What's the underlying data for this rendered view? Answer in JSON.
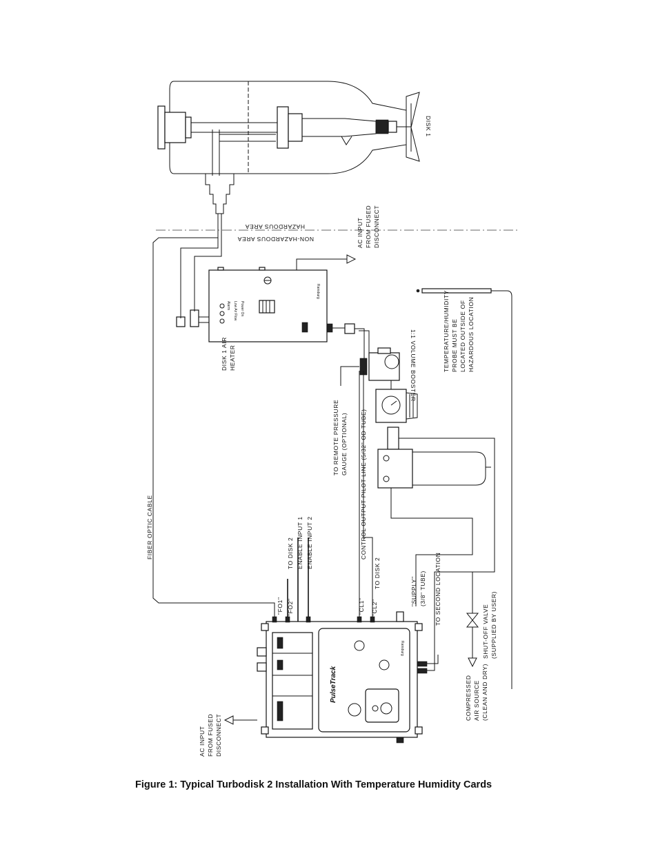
{
  "caption": "Figure 1:  Typical Turbodisk 2 Installation With Temperature Humidity Cards",
  "labels": {
    "disk1": "DISK 1",
    "hazardous": "HAZARDOUS AREA",
    "non_hazardous": "NON-HAZARDOUS AREA",
    "ac_input_top_1": "AC INPUT",
    "ac_input_top_2": "FROM FUSED",
    "ac_input_top_3": "DISCONNECT",
    "air_heater_1": "DISK 1 AIR",
    "air_heater_2": "HEATER",
    "volume_booster": "1:1 VOLUME BOOSTER",
    "probe_1": "TEMPERATURE/HUMIDITY",
    "probe_2": "PROBE MUST BE",
    "probe_3": "LOCATED OUTSIDE OF",
    "probe_4": "HAZARDOUS LOCATION",
    "remote_gauge_1": "TO REMOTE PRESSURE",
    "remote_gauge_2": "GAUGE (OPTIONAL)",
    "pilot_line": "CONTROL OUTPUT PILOT LINE (5/32\" OD TUBE)",
    "to_disk2_a": "TO DISK 2",
    "fiber_optic": "FIBER OPTIC CABLE",
    "to_disk2_b": "TO DISK 2",
    "enable_1": "ENABLE INPUT 1",
    "enable_2": "ENABLE INPUT 2",
    "fo1": "\"FO1\"",
    "fo2": "\"FO2\"",
    "cl1": "\"CL1\"",
    "cl2": "\"CL2\"",
    "supply_1": "\"SUPPLY\"",
    "supply_2": "(3/8\" TUBE)",
    "second_location": "TO SECOND LOCATION",
    "shutoff_1": "SHUT-OFF VALVE",
    "shutoff_2": "(SUPPLIED BY USER)",
    "compressed_1": "COMPRESSED",
    "compressed_2": "AIR SOURCE",
    "compressed_3": "(CLEAN AND DRY)",
    "ac_input_bot_1": "AC INPUT",
    "ac_input_bot_2": "FROM FUSED",
    "ac_input_bot_3": "DISCONNECT"
  },
  "heater_panel": {
    "alarm": "Alarm",
    "low_air_flow": "Low Air Flow",
    "power_on": "Power On",
    "brand": "Ransburg"
  },
  "controller": {
    "product": "PulseTrack",
    "brand": "Ransburg"
  }
}
